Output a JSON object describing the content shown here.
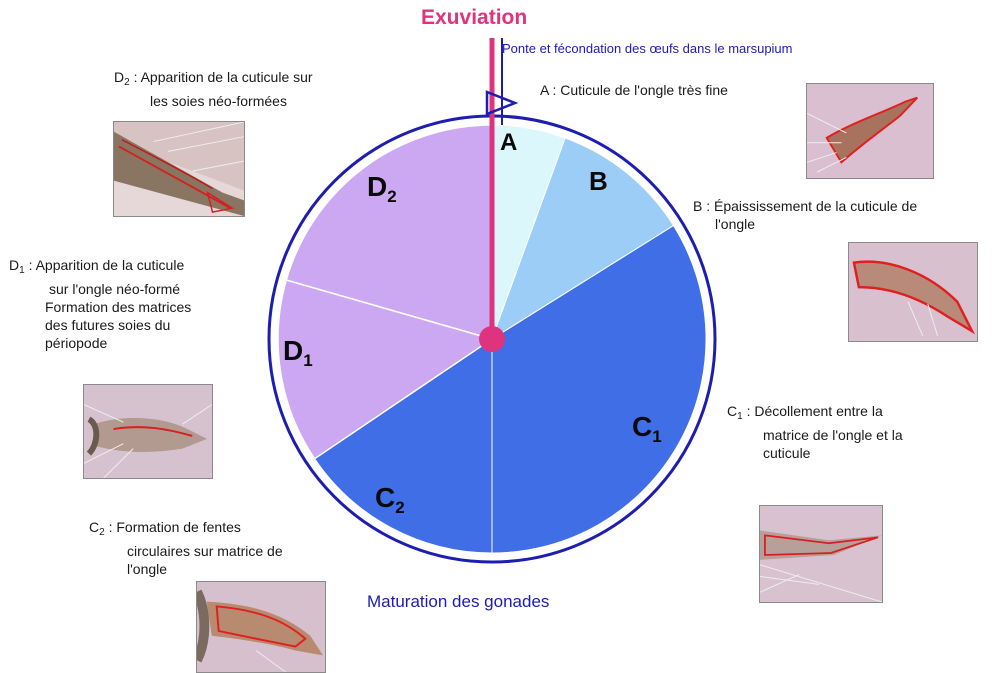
{
  "title": "Exuviation",
  "ponte_label": "Ponte et fécondation des œufs dans le marsupium",
  "bottom_label": "Maturation des gonades",
  "colors": {
    "A": "#dcf7fb",
    "B": "#9ccdf6",
    "C": "#3f6ee6",
    "D": "#cba8f1",
    "ring": "#1d1db0",
    "pink": "#e0337f"
  },
  "sectors": {
    "A": {
      "letter": "A"
    },
    "B": {
      "letter": "B"
    },
    "C1": {
      "letter": "C",
      "sub": "1"
    },
    "C2": {
      "letter": "C",
      "sub": "2"
    },
    "D1": {
      "letter": "D",
      "sub": "1"
    },
    "D2": {
      "letter": "D",
      "sub": "2"
    }
  },
  "annotations": {
    "A": {
      "prefix": "A",
      "sep": " : ",
      "lines": [
        "Cuticule de l'ongle très fine"
      ]
    },
    "B": {
      "prefix": "B",
      "sep": " : ",
      "lines": [
        "Épaississement de la cuticule de",
        "l'ongle"
      ]
    },
    "C1": {
      "prefix": "C",
      "sub": "1",
      "sep": " : ",
      "lines": [
        "Décollement entre la",
        "matrice de l'ongle et la",
        "cuticule"
      ]
    },
    "C2": {
      "prefix": "C",
      "sub": "2",
      "sep": " : ",
      "lines": [
        "Formation de fentes",
        "circulaires sur matrice de",
        "l'ongle"
      ]
    },
    "D1": {
      "prefix": "D",
      "sub": "1",
      "sep": " : ",
      "lines": [
        "Apparition de la cuticule",
        "sur l'ongle néo-formé",
        "Formation des matrices",
        "des futures soies du",
        "périopode"
      ]
    },
    "D2": {
      "prefix": "D",
      "sub": "2",
      "sep": " : ",
      "lines": [
        "Apparition de la cuticule sur",
        "les soies néo-formées"
      ]
    }
  }
}
